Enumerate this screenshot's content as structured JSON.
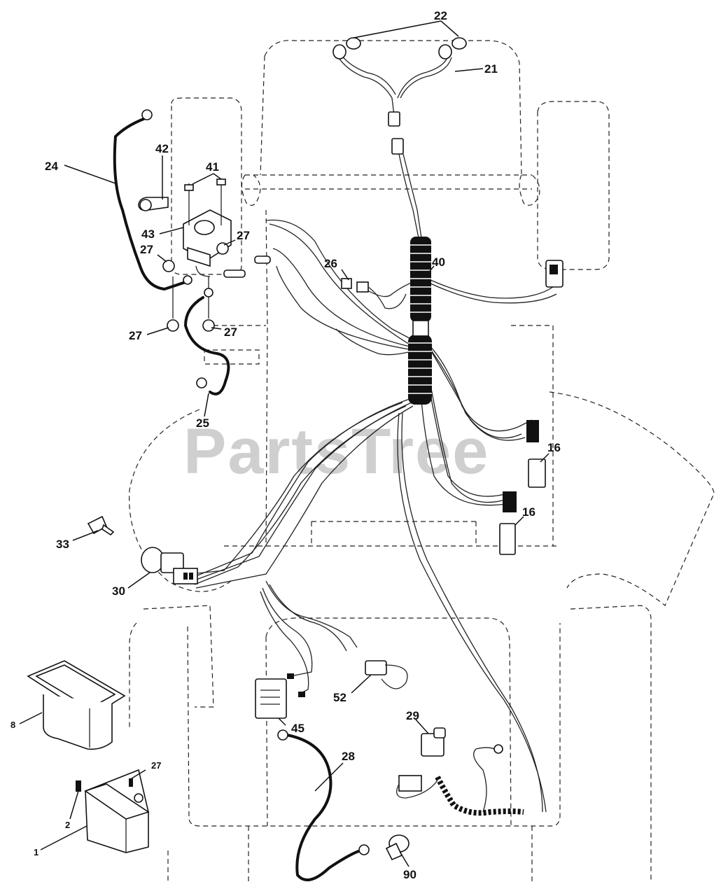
{
  "watermark": "PartsTree",
  "callouts": {
    "p1": "1",
    "p2": "2",
    "p8": "8",
    "p16a": "16",
    "p16b": "16",
    "p21": "21",
    "p22": "22",
    "p24": "24",
    "p25": "25",
    "p26": "26",
    "p27a": "27",
    "p27b": "27",
    "p27c": "27",
    "p27d": "27",
    "p27e": "27",
    "p28": "28",
    "p29": "29",
    "p30": "30",
    "p33": "33",
    "p40": "40",
    "p41": "41",
    "p42": "42",
    "p43": "43",
    "p45": "45",
    "p52": "52",
    "p90": "90"
  }
}
